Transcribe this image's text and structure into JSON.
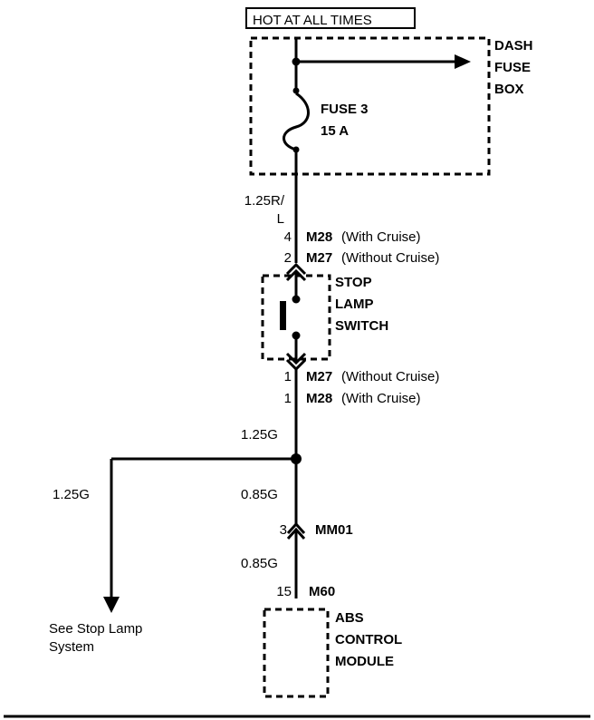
{
  "header": {
    "hot_label": "HOT AT ALL TIMES"
  },
  "fuse_box": {
    "label_line1": "DASH",
    "label_line2": "FUSE",
    "label_line3": "BOX"
  },
  "fuse": {
    "name": "FUSE 3",
    "rating": "15 A"
  },
  "wire_top": {
    "size": "1.25R/",
    "color": "L"
  },
  "connector_top": {
    "pin_with": "4",
    "name_with": "M28",
    "note_with": "(With Cruise)",
    "pin_without": "2",
    "name_without": "M27",
    "note_without": "(Without Cruise)"
  },
  "switch": {
    "label_line1": "STOP",
    "label_line2": "LAMP",
    "label_line3": "SWITCH"
  },
  "connector_bottom": {
    "pin_without": "1",
    "name_without": "M27",
    "note_without": "(Without Cruise)",
    "pin_with": "1",
    "name_with": "M28",
    "note_with": "(With Cruise)"
  },
  "wire_mid": {
    "label": "1.25G"
  },
  "branch": {
    "wire_label": "1.25G",
    "note_line1": "See Stop Lamp",
    "note_line2": "System"
  },
  "wire_lower1": {
    "label": "0.85G"
  },
  "connector_mm01": {
    "pin": "3",
    "name": "MM01"
  },
  "wire_lower2": {
    "label": "0.85G"
  },
  "connector_m60": {
    "pin": "15",
    "name": "M60"
  },
  "module": {
    "label_line1": "ABS",
    "label_line2": "CONTROL",
    "label_line3": "MODULE"
  }
}
